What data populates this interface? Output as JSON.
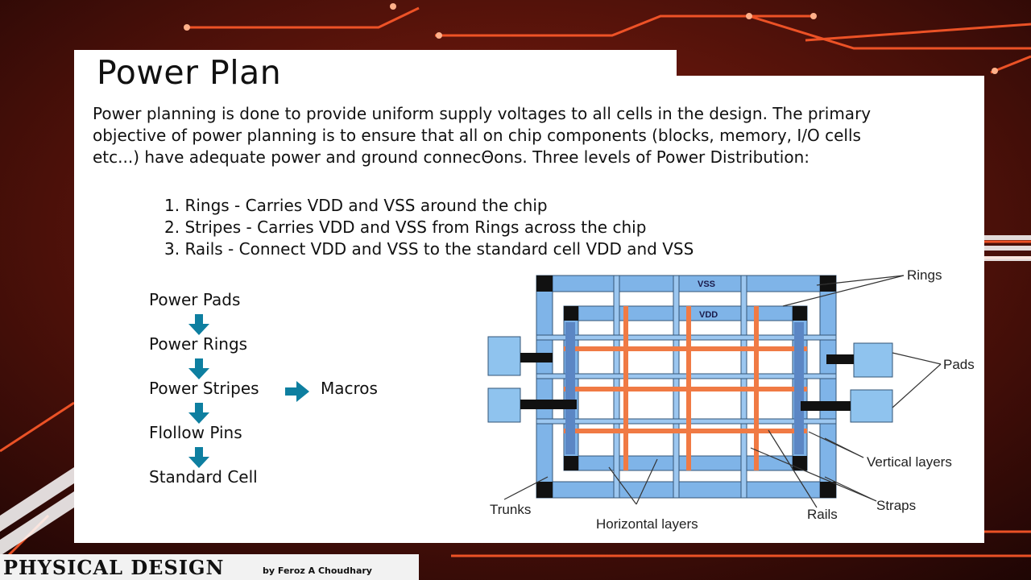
{
  "slide": {
    "title": "Power Plan",
    "intro": "Power planning is done to provide uniform supply voltages to all cells in the design. The primary objective of power planning is to ensure that all on chip components (blocks, memory, I/O cells etc...) have adequate power and ground connecΘons. Three levels of Power Distribution:",
    "levels": [
      "1.  Rings - Carries VDD and VSS around the chip",
      "2. Stripes - Carries VDD and VSS from Rings across the chip",
      "3. Rails - Connect VDD and VSS to the standard cell VDD and VSS"
    ]
  },
  "flow": {
    "steps": [
      "Power Pads",
      "Power Rings",
      "Power Stripes",
      "Flollow Pins",
      "Standard Cell"
    ],
    "branch": "Macros",
    "arrow_color": "#0e7fa0"
  },
  "diagram": {
    "labels": {
      "vss": "VSS",
      "vdd": "VDD",
      "rings": "Rings",
      "pads": "Pads",
      "vertical_layers": "Vertical layers",
      "straps": "Straps",
      "rails": "Rails",
      "horizontal_layers": "Horizontal layers",
      "trunks": "Trunks"
    },
    "colors": {
      "ring": "#7fb4e8",
      "ring_dark": "#5b86c4",
      "rail": "#f07a44",
      "pad": "#8fc3ee",
      "corner": "#111111"
    }
  },
  "footer": {
    "brand": "PHYSICAL DESIGN",
    "byline": "by Feroz A Choudhary"
  }
}
